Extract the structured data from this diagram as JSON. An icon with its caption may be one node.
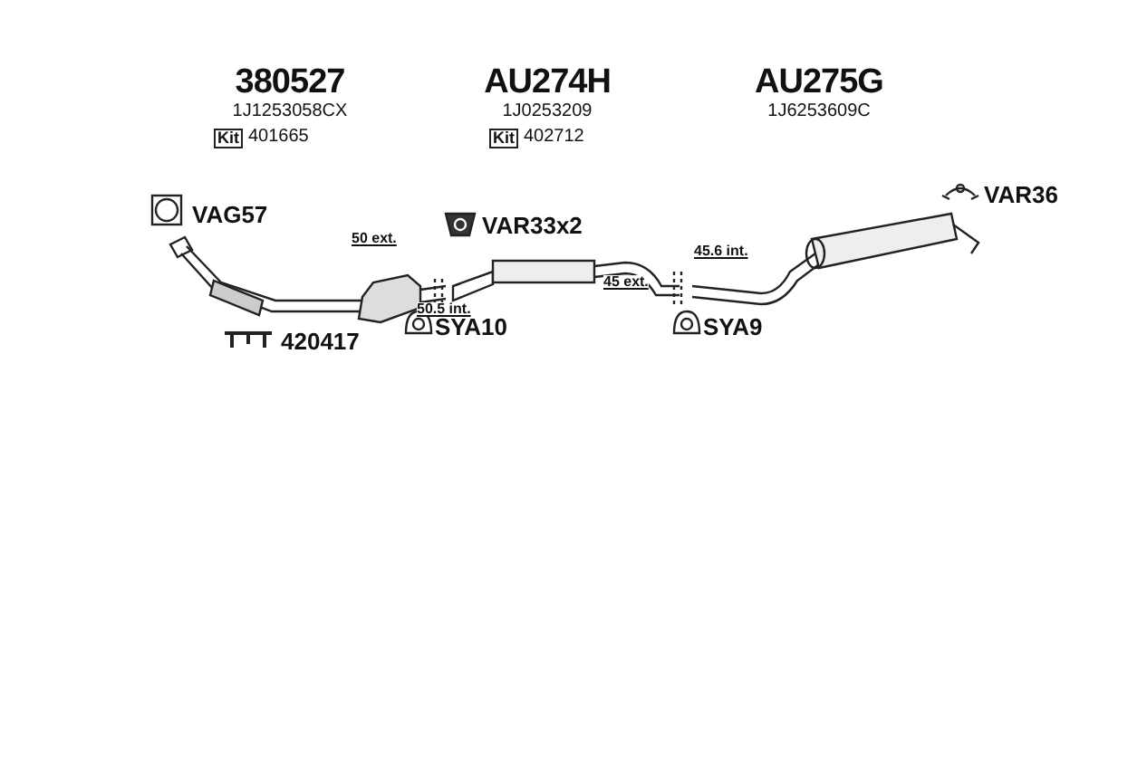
{
  "diagram": {
    "labels": [
      "380527",
      "1J1253058CX",
      "Kit",
      "401665",
      "AU274H",
      "1J0253209",
      "Kit",
      "402712",
      "AU275G",
      "1J6253609C",
      "VAG57",
      "VAR33x2",
      "VAR36",
      "50 ext.",
      "50.5 int.",
      "45 ext.",
      "45.6 int.",
      "SYA10",
      "SYA9",
      "420417"
    ]
  }
}
